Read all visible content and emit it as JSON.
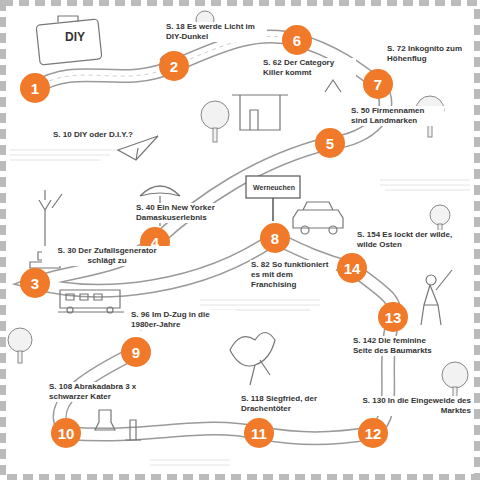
{
  "diagram": {
    "nodes": [
      {
        "text": [
          "1"
        ]
      },
      {
        "text": [
          "2"
        ]
      },
      {
        "text": [
          "3"
        ]
      },
      {
        "text": [
          "4"
        ]
      },
      {
        "text": [
          "5"
        ]
      },
      {
        "text": [
          "6"
        ]
      },
      {
        "text": [
          "7"
        ]
      },
      {
        "text": [
          "8"
        ]
      },
      {
        "text": [
          "9"
        ]
      },
      {
        "text": [
          "10"
        ]
      },
      {
        "text": [
          "11"
        ]
      },
      {
        "text": [
          "12"
        ]
      },
      {
        "text": [
          "13"
        ]
      },
      {
        "text": [
          "14"
        ]
      }
    ],
    "labels": [
      "S. 10 DIY oder D.I.Y.?",
      "S. 18 Es werde Licht im DIY-Dunkel",
      "S. 30 Der Zufallsgenerator schlägt zu",
      "S. 40 Ein New Yorker Damaskuserlebnis",
      "S. 50 Firmennamen sind Landmarken",
      "S. 62 Der Category Killer kommt",
      "S. 72 Inkognito zum Höhenflug",
      "S. 82 So funktioniert es mit dem Franchising",
      "S. 96 Im D-Zug in die 1980er-Jahre",
      "S. 108 Abrakadabra 3 x schwarzer Kater",
      "S. 118 Siegfried, der Drachentöter",
      "S. 130 In die Eingeweide des Marktes",
      "S. 142 Die feminine Seite des Baumarkts",
      "S. 154 Es lockt der wilde, wilde Osten",
      "DIY",
      "Werneuchen"
    ]
  }
}
